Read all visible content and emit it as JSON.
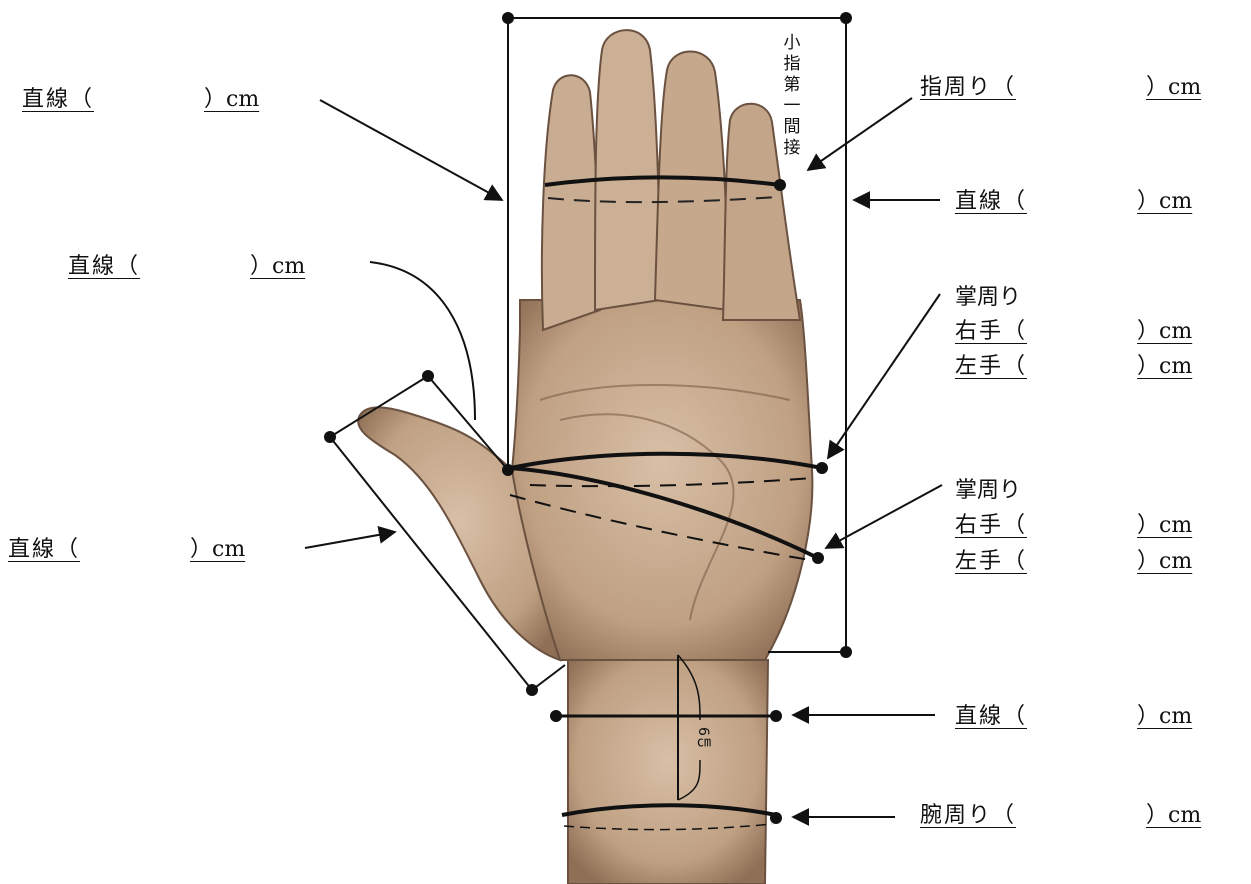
{
  "labels": {
    "left_top": {
      "prefix": "直線（",
      "suffix": "）cm"
    },
    "left_mid": {
      "prefix": "直線（",
      "suffix": "）cm"
    },
    "left_bottom": {
      "prefix": "直線（",
      "suffix": "）cm"
    },
    "finger_circ": {
      "prefix": "指周り（",
      "suffix": "）cm"
    },
    "right_straight": {
      "prefix": "直線（",
      "suffix": "）cm"
    },
    "palm1": {
      "title": "掌周り",
      "right": {
        "prefix": "右手（",
        "suffix": "）cm"
      },
      "left": {
        "prefix": "左手（",
        "suffix": "）cm"
      }
    },
    "palm2": {
      "title": "掌周り",
      "right": {
        "prefix": "右手（",
        "suffix": "）cm"
      },
      "left": {
        "prefix": "左手（",
        "suffix": "）cm"
      }
    },
    "wrist_straight": {
      "prefix": "直線（",
      "suffix": "）cm"
    },
    "wrist_circ": {
      "prefix": "腕周り（",
      "suffix": "）cm"
    }
  },
  "vertical_note": [
    "小",
    "指",
    "第",
    "一",
    "間",
    "接"
  ],
  "wrist_offset": "6㎝",
  "colors": {
    "skin": "#c9ad92",
    "skin_dark": "#8f6f55",
    "line": "#111111"
  }
}
